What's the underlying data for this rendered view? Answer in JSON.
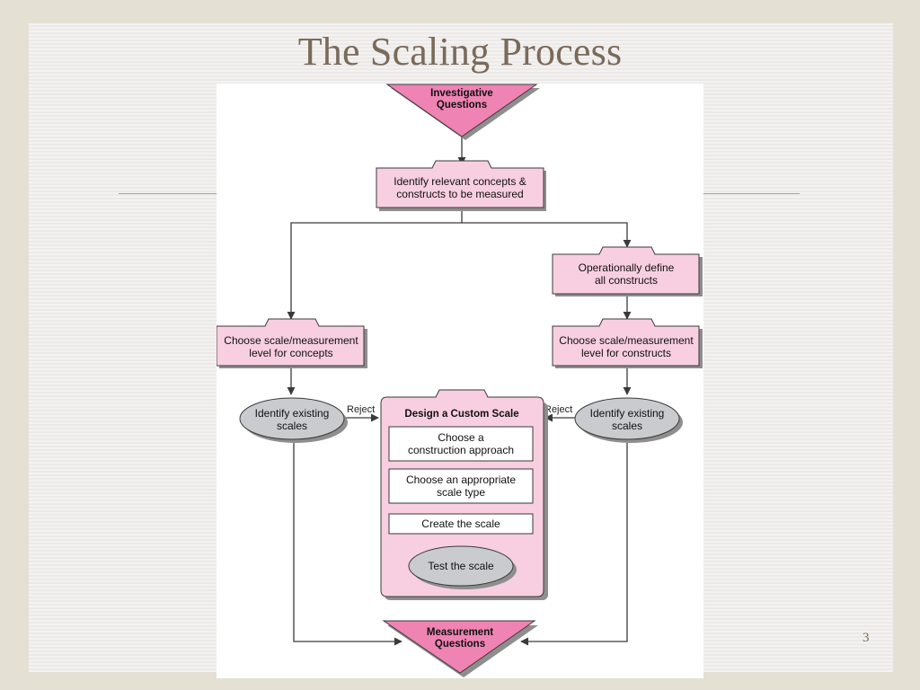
{
  "slide": {
    "title": "The Scaling Process",
    "page_number": "3"
  },
  "diagram": {
    "start": {
      "line1": "Investigative",
      "line2": "Questions"
    },
    "identify_concepts": {
      "line1": "Identify relevant concepts &",
      "line2": "constructs to be measured"
    },
    "operationally_define": {
      "line1": "Operationally define",
      "line2": "all constructs"
    },
    "choose_scale_concepts": {
      "line1": "Choose scale/measurement",
      "line2": "level for concepts"
    },
    "choose_scale_constructs": {
      "line1": "Choose scale/measurement",
      "line2": "level for constructs"
    },
    "identify_existing_left": {
      "line1": "Identify existing",
      "line2": "scales"
    },
    "identify_existing_right": {
      "line1": "Identify existing",
      "line2": "scales"
    },
    "reject_left": "Reject",
    "reject_right": "Reject",
    "custom_scale": {
      "title": "Design a Custom Scale",
      "step1": {
        "line1": "Choose a",
        "line2": "construction approach"
      },
      "step2": {
        "line1": "Choose an appropriate",
        "line2": "scale type"
      },
      "step3": "Create the scale",
      "test": "Test the scale"
    },
    "end": {
      "line1": "Measurement",
      "line2": "Questions"
    },
    "colors": {
      "pink_fill": "#f8cfe0",
      "pink_dark": "#ef83b3",
      "gray_fill": "#c9cbce",
      "shadow": "#8e8e8e",
      "line": "#3a3a3a"
    }
  }
}
